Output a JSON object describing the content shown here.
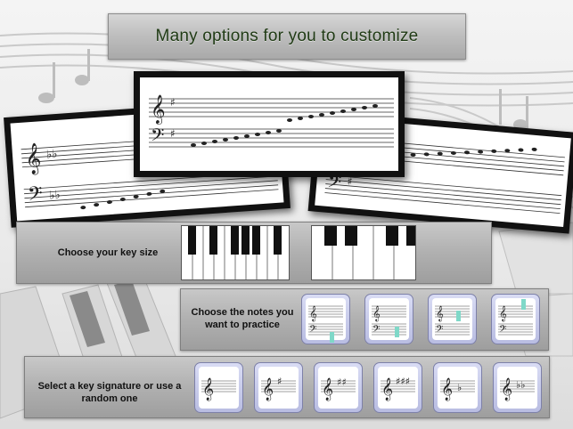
{
  "title": "Many options for you to customize",
  "key_size_panel": {
    "label": "Choose your key size",
    "keyboards": [
      {
        "name": "small-keys",
        "white_keys": 10
      },
      {
        "name": "large-keys",
        "white_keys": 5
      }
    ]
  },
  "notes_panel": {
    "label": "Choose the notes you want to practice",
    "options": [
      "low-bass-range",
      "mid-bass-range",
      "middle-range",
      "high-treble-range"
    ],
    "highlight_color": "#7fd8c8"
  },
  "key_signature_panel": {
    "label": "Select a key signature or use a random one",
    "options": [
      {
        "name": "c-major",
        "glyphs": ""
      },
      {
        "name": "one-sharp",
        "glyphs": "♯"
      },
      {
        "name": "two-sharps",
        "glyphs": "♯♯"
      },
      {
        "name": "three-sharps",
        "glyphs": "♯♯♯"
      },
      {
        "name": "one-flat",
        "glyphs": "♭"
      },
      {
        "name": "two-flats",
        "glyphs": "♭♭"
      }
    ]
  },
  "colors": {
    "panel": "#b0b0b0",
    "title_text": "#1f3a14",
    "thumb_frame": "#c6c9ec"
  }
}
